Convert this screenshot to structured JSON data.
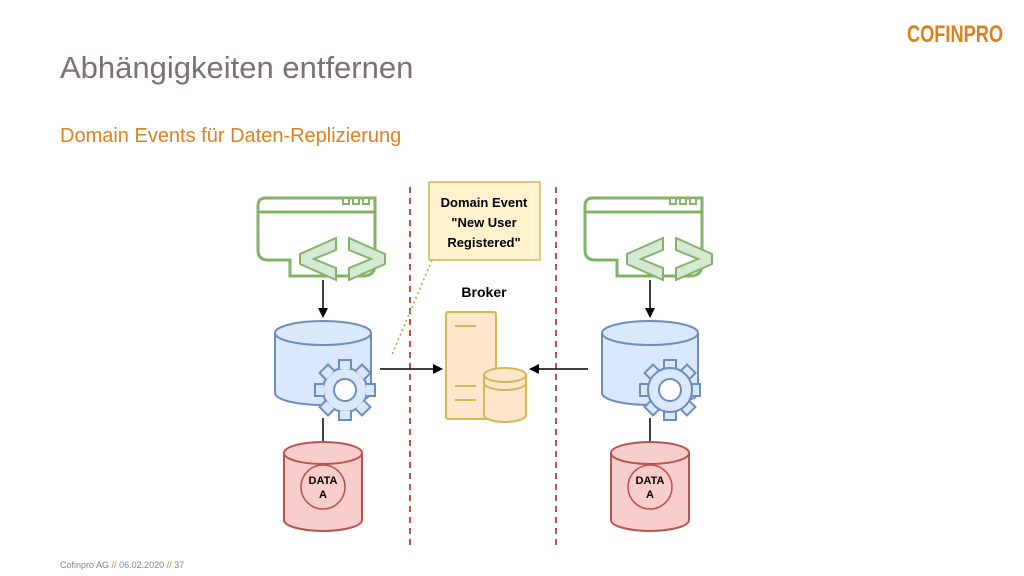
{
  "header": {
    "title": "Abhängigkeiten entfernen",
    "subtitle": "Domain Events für Daten-Replizierung",
    "logo_text": "COFINPRO"
  },
  "diagram": {
    "event_note": [
      "Domain Event",
      "\"New User",
      "Registered\""
    ],
    "broker_label": "Broker",
    "left_db_label": [
      "DATA",
      "A"
    ],
    "right_db_label": [
      "DATA",
      "A"
    ]
  },
  "footer": {
    "company": "Cofinpro AG",
    "separator": "//",
    "date": "06.02.2020",
    "page": "37"
  },
  "colors": {
    "accent": "#e27f1b",
    "title_gray": "#7a7270",
    "app_green": "#82b366",
    "app_green_fill": "#d5e8d4",
    "service_blue": "#6c8ebf",
    "service_blue_fill": "#dae8fc",
    "data_red": "#b85450",
    "data_red_fill": "#f8cecc",
    "broker_orange": "#d6b656",
    "broker_fill": "#ffe6cc",
    "note_fill": "#fff2cc",
    "divider_red": "#b85450"
  }
}
